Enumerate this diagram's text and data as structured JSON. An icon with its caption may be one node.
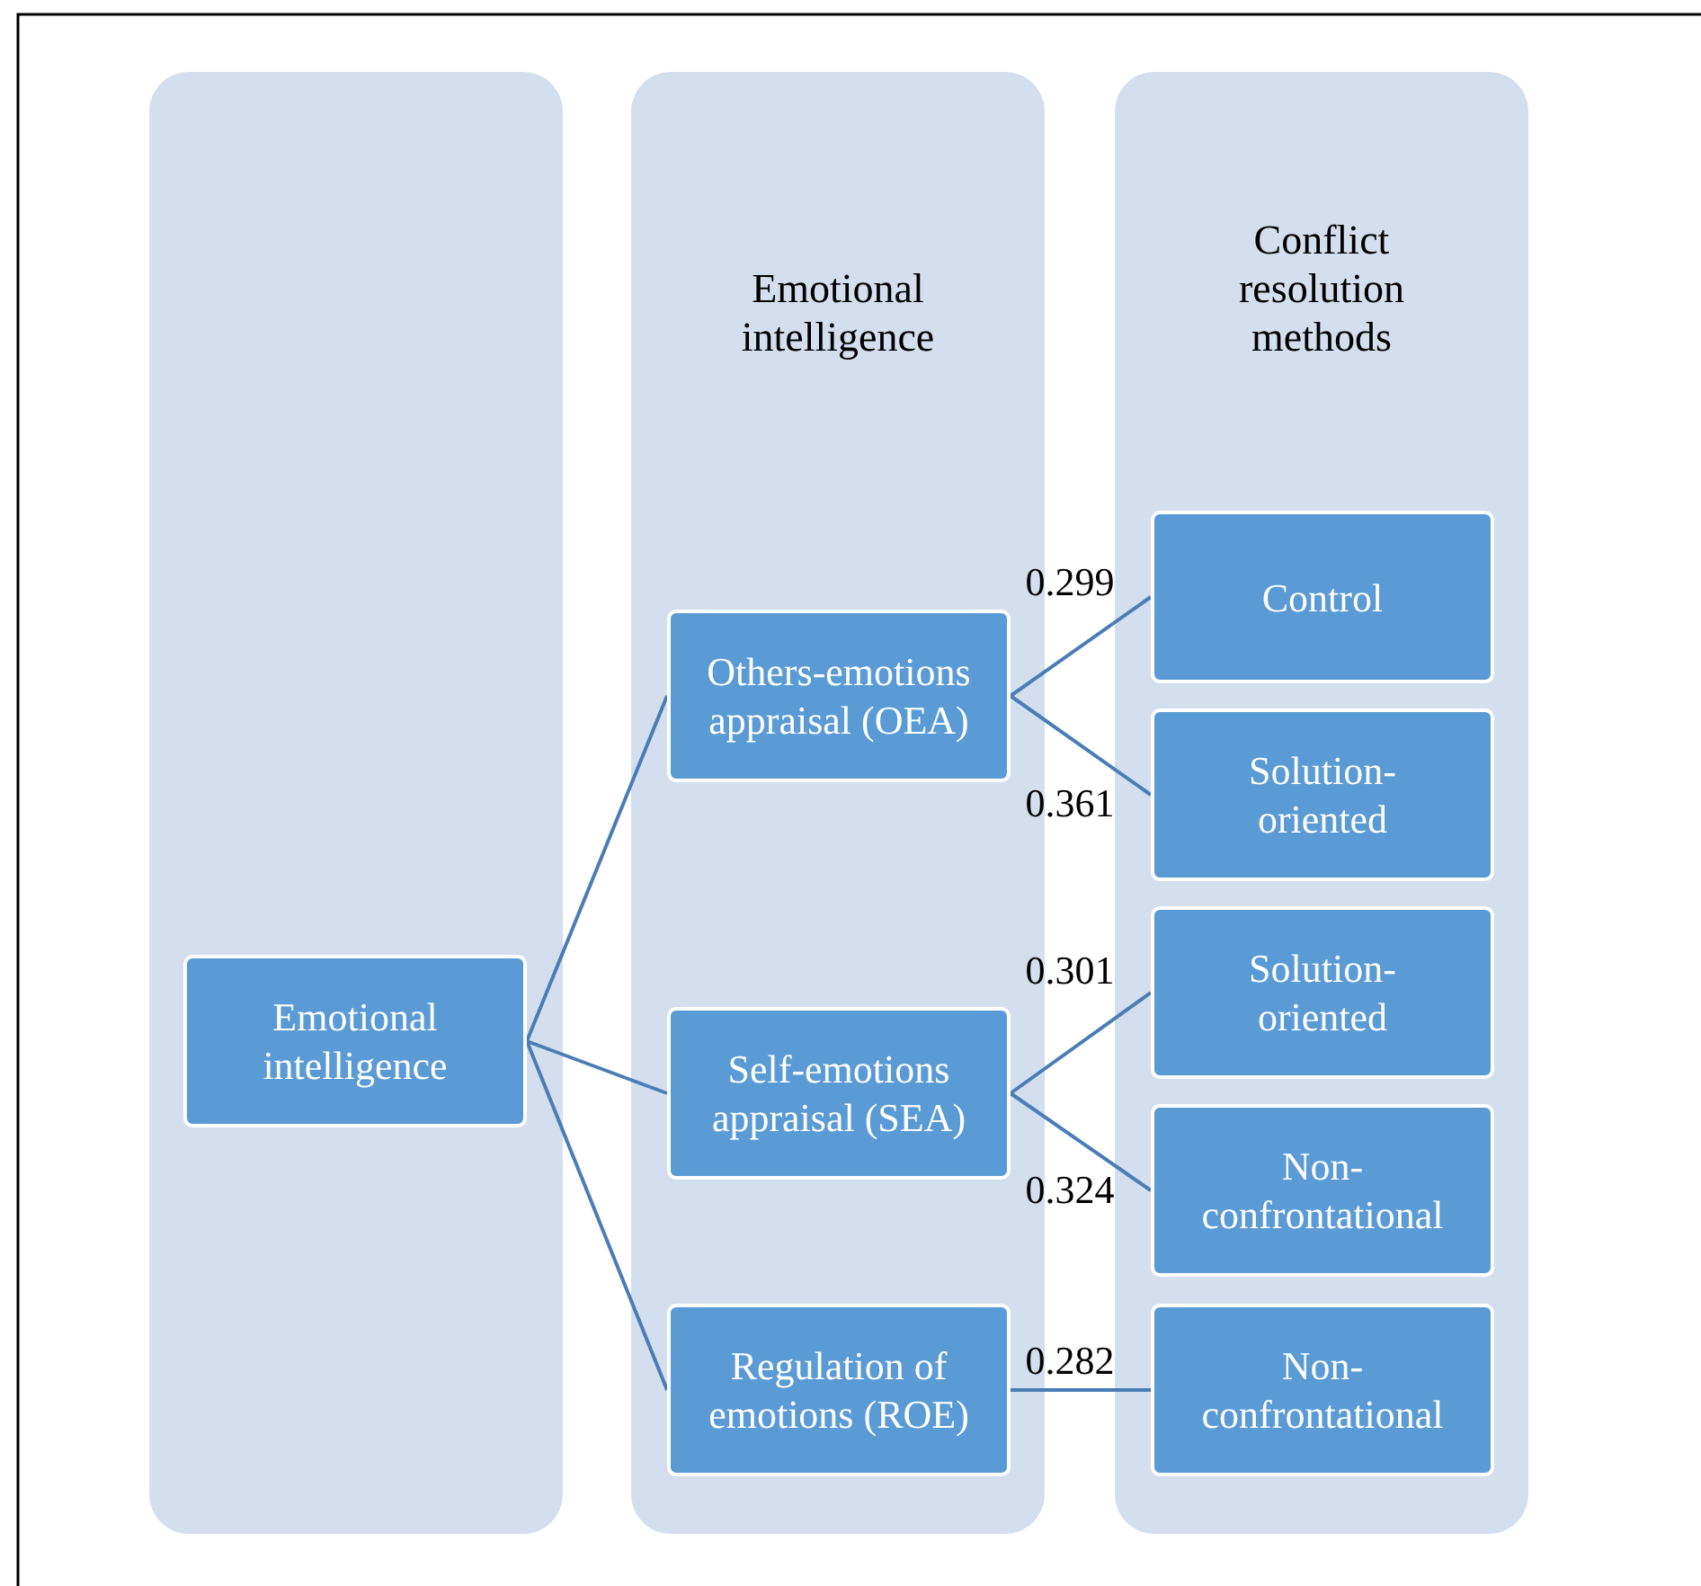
{
  "diagram": {
    "nodes": [
      {
        "text": [],
        "shape": "box"
      },
      {
        "text": [
          "Emotional intelligence"
        ],
        "in": 0
      },
      {
        "text": [
          "Emotional intelligence"
        ]
      },
      {
        "text": [
          "Others-emotions appraisal (OEA)"
        ],
        "in": 2
      },
      {
        "text": [
          "Self-emotions appraisal (SEA)"
        ],
        "in": 2
      },
      {
        "text": [
          "Regulation of emotions (ROE)"
        ],
        "in": 2
      },
      {
        "text": [
          "Conflict resolution methods"
        ]
      },
      {
        "text": [
          "Control"
        ],
        "in": 6
      },
      {
        "text": [
          "Solution-oriented"
        ],
        "in": 6
      },
      {
        "text": [
          "Solution-oriented"
        ],
        "in": 6
      },
      {
        "text": [
          "Non-confrontational"
        ],
        "in": 6
      },
      {
        "text": [
          "Non-confrontational"
        ],
        "in": 6
      }
    ],
    "edges": [
      {
        "from": 1,
        "to": 3,
        "arrow": "none"
      },
      {
        "from": 1,
        "to": 4,
        "arrow": "none"
      },
      {
        "from": 1,
        "to": 5,
        "arrow": "none"
      },
      {
        "from": 3,
        "to": 7,
        "arrow": "none",
        "label": "0.299"
      },
      {
        "from": 3,
        "to": 8,
        "arrow": "none",
        "label": "0.361"
      },
      {
        "from": 4,
        "to": 9,
        "arrow": "none",
        "label": "0.301"
      },
      {
        "from": 4,
        "to": 10,
        "arrow": "none",
        "label": "0.324"
      },
      {
        "from": 5,
        "to": 11,
        "arrow": "none",
        "label": "0.282"
      }
    ]
  }
}
